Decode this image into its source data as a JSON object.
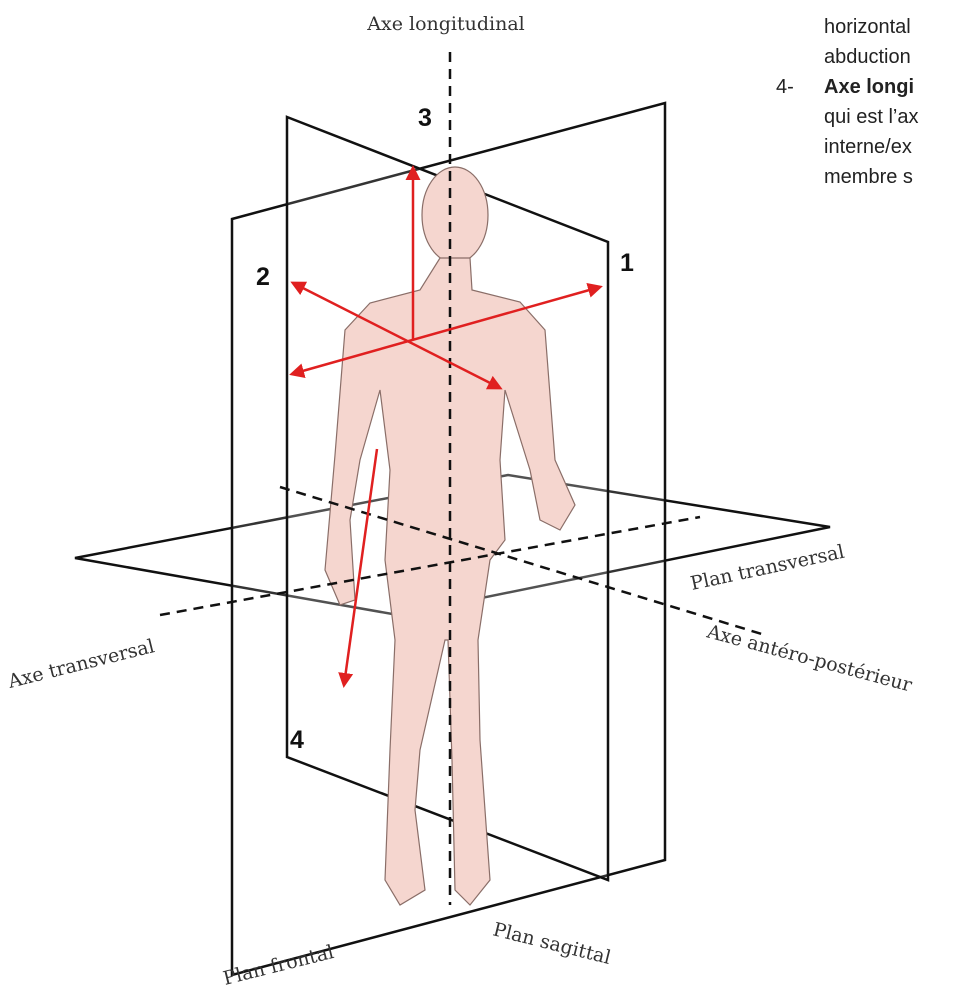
{
  "labels": {
    "axe_longitudinal": "Axe longitudinal",
    "axe_transversal": "Axe transversal",
    "axe_antero_posterieur": "Axe antéro-postérieur",
    "plan_transversal": "Plan transversal",
    "plan_frontal": "Plan frontal",
    "plan_sagittal": "Plan sagittal"
  },
  "axis_numbers": {
    "n1": "1",
    "n2": "2",
    "n3": "3",
    "n4": "4"
  },
  "colors": {
    "arrow": "#e02020",
    "body_fill": "#f5d6cf",
    "plane_line": "#111111"
  },
  "side_text": {
    "line1": "horizontal",
    "line2": "abduction",
    "item4_number": "4-",
    "item4_bold": "Axe longi",
    "line4": "qui est l’ax",
    "line5": "interne/ex",
    "line6": "membre s"
  }
}
